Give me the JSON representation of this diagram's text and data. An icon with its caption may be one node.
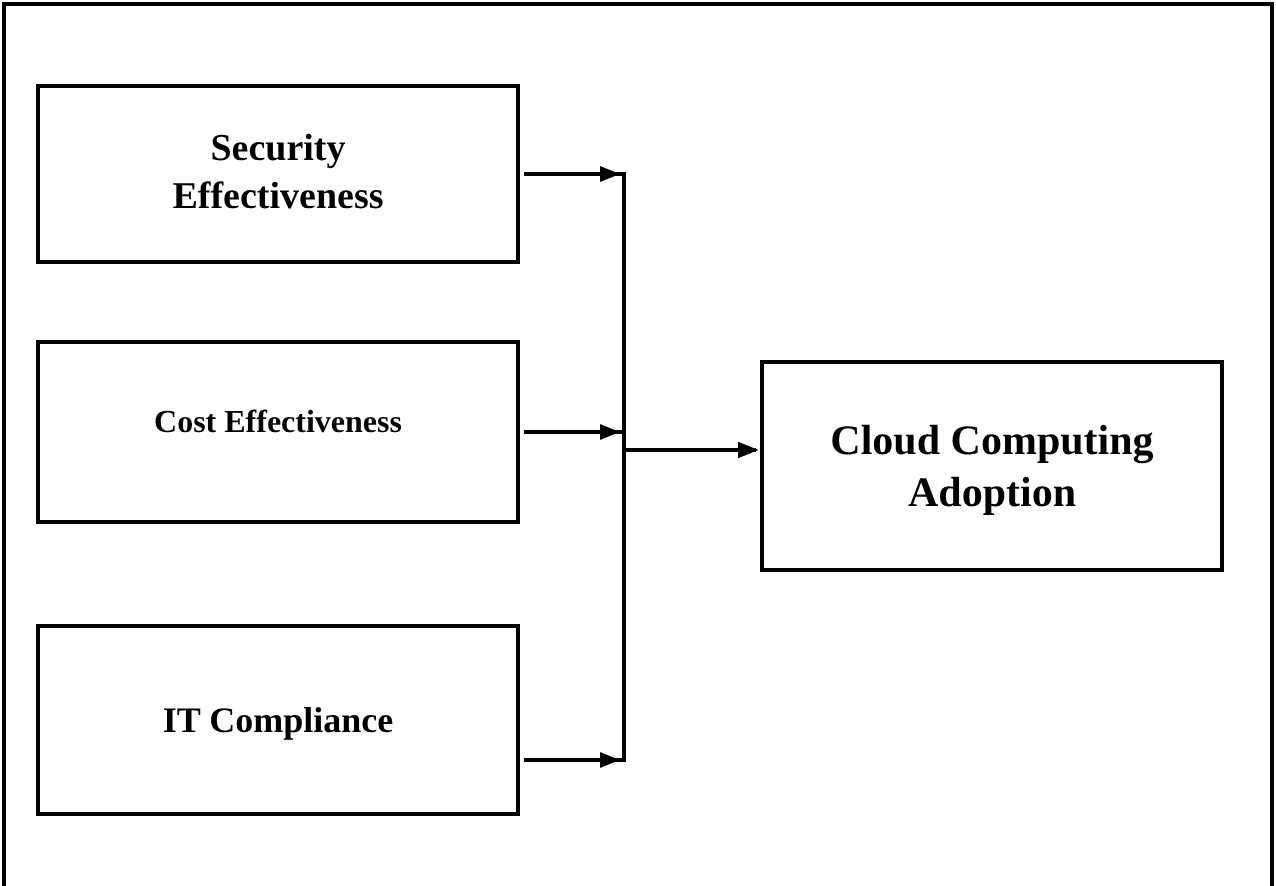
{
  "diagram": {
    "nodes": [
      {
        "text": [
          "Security Effectiveness"
        ]
      },
      {
        "text": [
          "Cost Effectiveness"
        ]
      },
      {
        "text": [
          "IT Compliance"
        ]
      },
      {
        "text": [
          "Cloud Computing Adoption"
        ]
      }
    ],
    "edges": [
      {
        "from": 0,
        "to": 3,
        "arrow": "to"
      },
      {
        "from": 1,
        "to": 3,
        "arrow": "to"
      },
      {
        "from": 2,
        "to": 3,
        "arrow": "to"
      }
    ]
  }
}
